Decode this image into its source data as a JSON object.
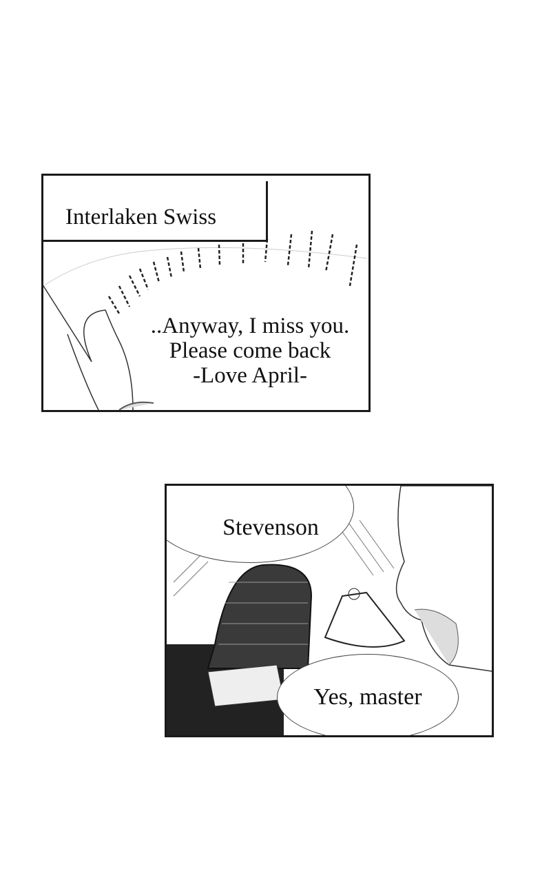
{
  "panel1": {
    "caption": "Interlaken Swiss",
    "letter_lines": [
      "..Anyway, I miss you.",
      "Please come back",
      "-Love April-"
    ]
  },
  "panel2": {
    "speech_1": "Stevenson",
    "speech_2": "Yes, master"
  }
}
